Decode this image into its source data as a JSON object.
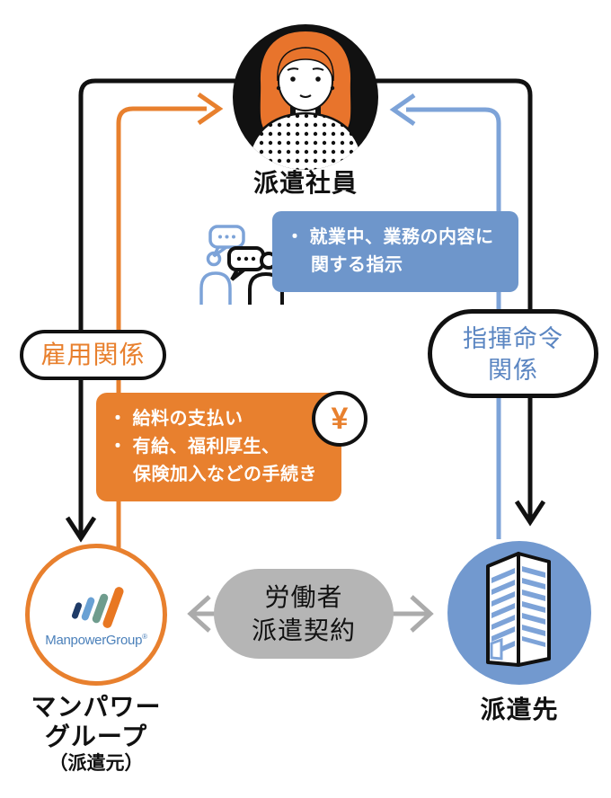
{
  "diagram_title": "",
  "nodes": {
    "worker": {
      "label": "派遣社員"
    },
    "agency": {
      "logo_text": "ManpowerGroup",
      "logo_reg": "®",
      "label_line1": "マンパワー",
      "label_line2": "グループ",
      "sublabel": "（派遣元）"
    },
    "client": {
      "label": "派遣先"
    }
  },
  "relations": {
    "employment": {
      "label": "雇用関係"
    },
    "command": {
      "label_line1": "指揮命令",
      "label_line2": "関係"
    },
    "contract": {
      "label_line1": "労働者",
      "label_line2": "派遣契約"
    }
  },
  "callouts": {
    "instruction": {
      "line1": "・ 就業中、業務の内容に",
      "line2": "関する指示"
    },
    "payment": {
      "line1": "・ 給料の支払い",
      "line2": "・ 有給、福利厚生、",
      "line3": "保険加入などの手続き",
      "badge": "¥"
    }
  },
  "colors": {
    "orange": "#E8802E",
    "blue_box": "#6E96CB",
    "blue_line": "#7DA3D8",
    "blue_circle": "#7299CF",
    "blue_text": "#5B86C2",
    "gray_pill": "#B5B5B5",
    "gray_arrow": "#ABABAB",
    "black": "#111111",
    "logo_navy": "#1F3B67",
    "logo_lightblue": "#69A1D4",
    "logo_sage": "#6F9C8D",
    "logo_orange": "#E87722",
    "logo_text_blue": "#4B80BA"
  },
  "icons": {
    "worker_avatar": "woman-avatar-icon",
    "chat": "people-chat-icon",
    "yen": "yen-icon",
    "building": "office-building-icon",
    "logo": "manpowergroup-logo"
  }
}
